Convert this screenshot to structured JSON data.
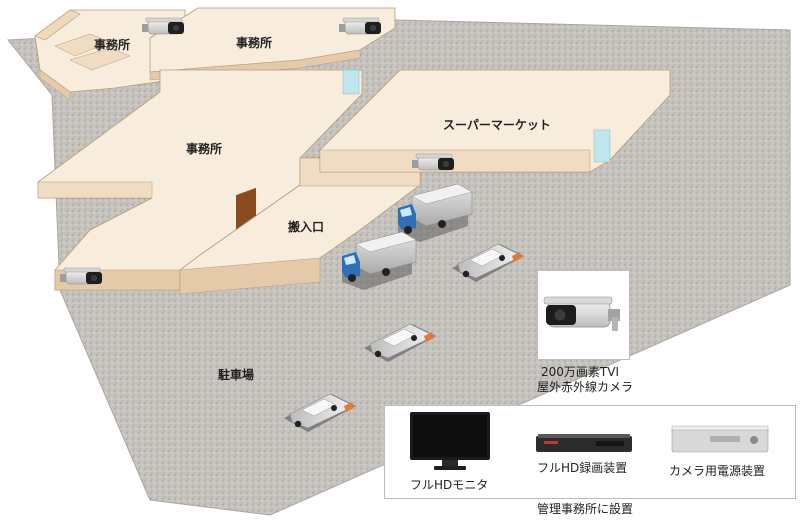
{
  "areas": {
    "office_top_left": "事務所",
    "office_top_right": "事務所",
    "office_main": "事務所",
    "supermarket": "スーパーマーケット",
    "loading_entrance": "搬入口",
    "parking": "駐車場"
  },
  "camera_card": {
    "line1": "200万画素TVI",
    "line2": "屋外赤外線カメラ"
  },
  "equipment": {
    "monitor": "フルHDモニタ",
    "recorder": "フルHD録画装置",
    "power_supply": "カメラ用電源装置",
    "caption": "管理事務所に設置"
  },
  "colors": {
    "ground": "#c9c6c1",
    "floor": "#f8ecdc",
    "wall_top": "#f3e3cc",
    "wall_side": "#e6cfb2",
    "door": "#8a4b1f",
    "glass": "#bfe6ef"
  }
}
